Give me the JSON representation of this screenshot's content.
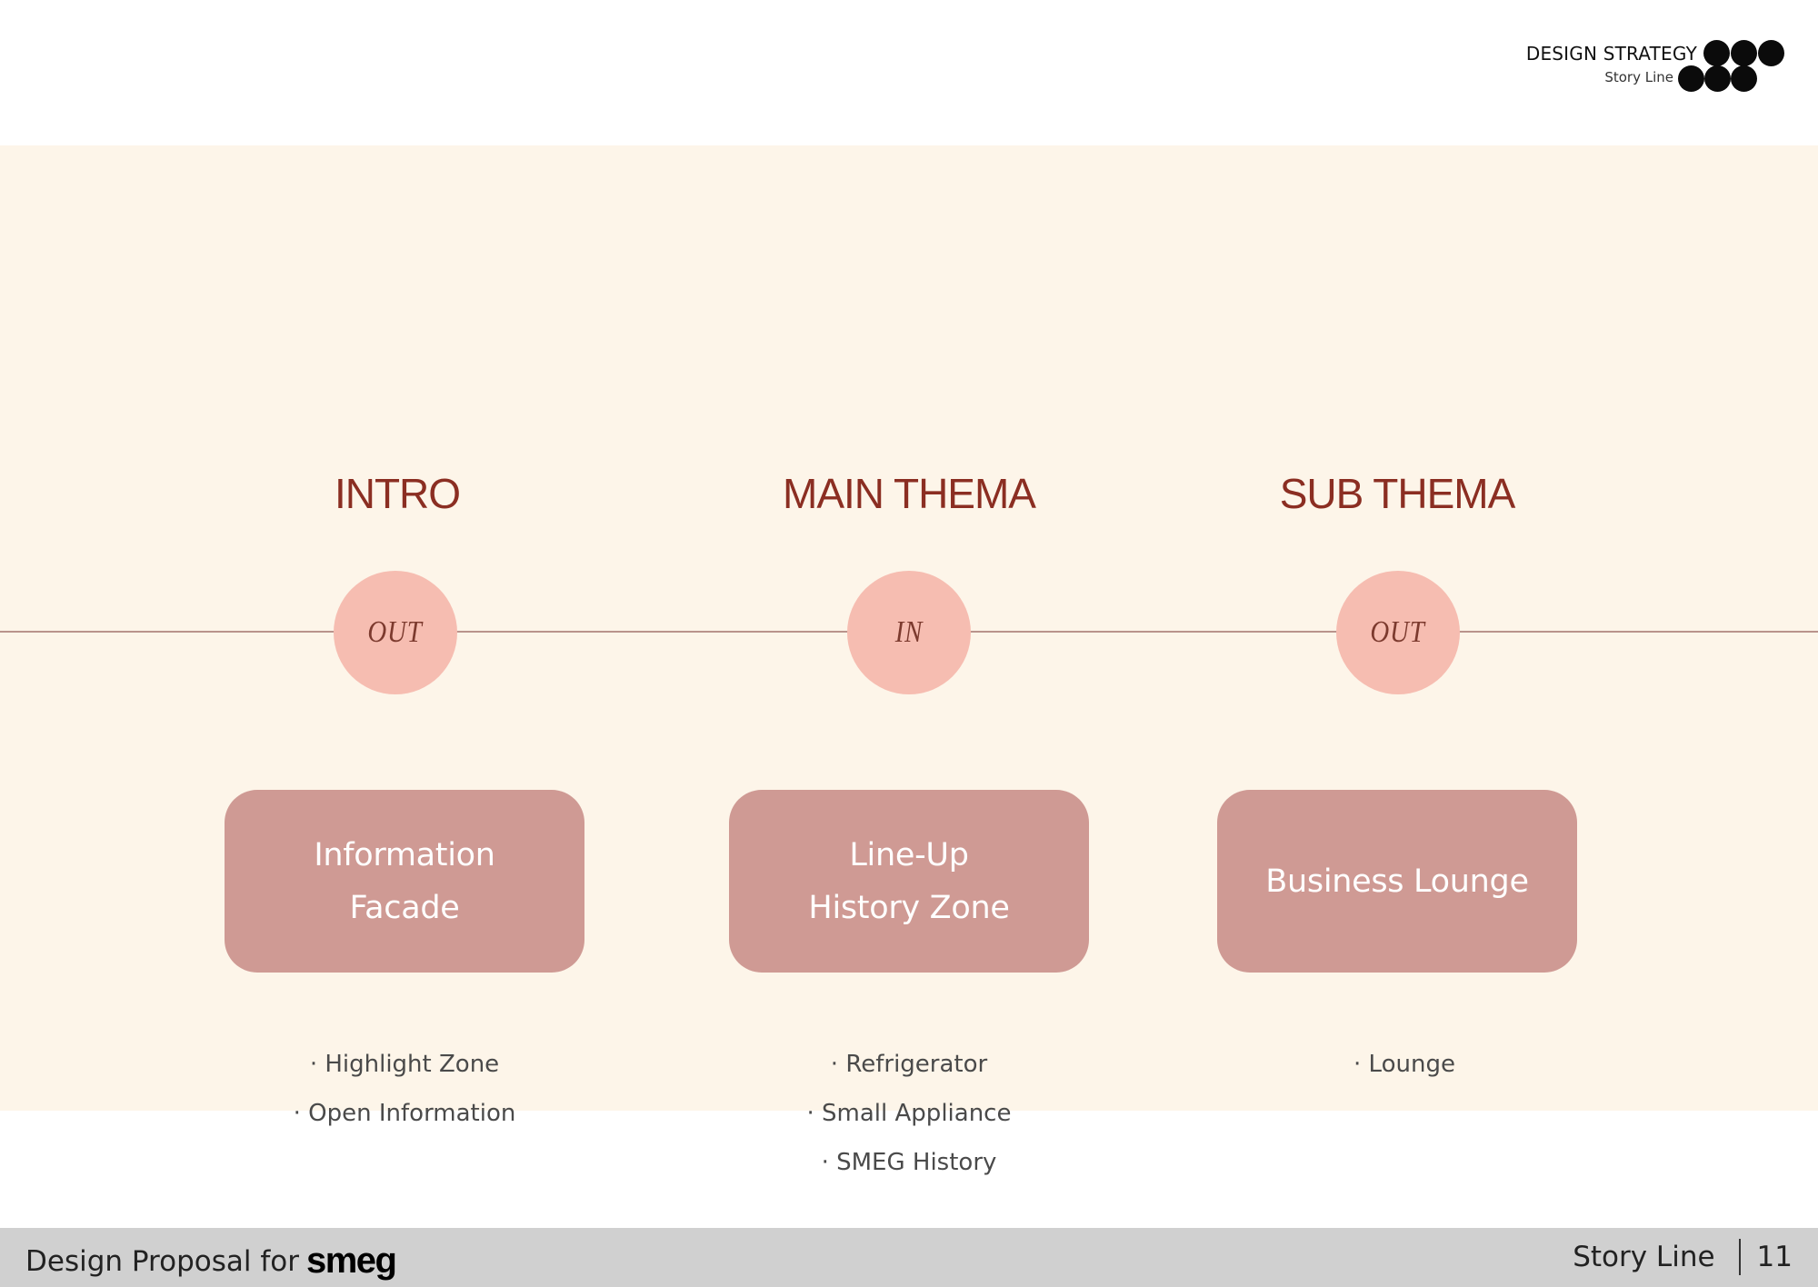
{
  "header": {
    "title": "DESIGN STRATEGY",
    "subtitle": "Story Line",
    "logo_icon": "six-dots-logo-icon"
  },
  "columns": [
    {
      "heading": "INTRO",
      "node_label": "OUT",
      "card_text": "Information\nFacade",
      "bullets": [
        "· Highlight Zone",
        "· Open Information"
      ]
    },
    {
      "heading": "MAIN THEMA",
      "node_label": "IN",
      "card_text": "Line-Up\nHistory Zone",
      "bullets": [
        "· Refrigerator",
        "· Small Appliance",
        "· SMEG History"
      ]
    },
    {
      "heading": "SUB THEMA",
      "node_label": "OUT",
      "card_text": "Business Lounge",
      "bullets": [
        "· Lounge"
      ]
    }
  ],
  "footer": {
    "left_text": "Design Proposal for",
    "brand": "smeg",
    "section": "Story Line",
    "page_number": "11"
  },
  "colors": {
    "band": "#fdf5e9",
    "heading": "#8b2e22",
    "node": "#f6bdb1",
    "card": "#cf9a94",
    "footer": "#d0d0d0"
  }
}
